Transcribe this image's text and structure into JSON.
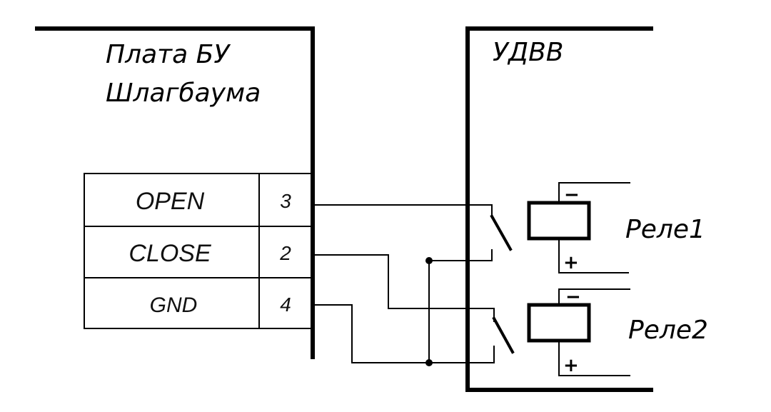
{
  "diagram": {
    "left_block": {
      "title_line1": "Плата БУ",
      "title_line2": "Шлагбаума",
      "terminals": [
        {
          "signal": "OPEN",
          "pin": "3"
        },
        {
          "signal": "CLOSE",
          "pin": "2"
        },
        {
          "signal": "GND",
          "pin": "4"
        }
      ]
    },
    "right_block": {
      "title": "УДВВ",
      "relays": [
        {
          "label": "Реле1",
          "minus": "−",
          "plus": "+"
        },
        {
          "label": "Реле2",
          "minus": "−",
          "plus": "+"
        }
      ]
    },
    "connections": [
      {
        "from": "OPEN (3)",
        "to": "Реле1 switch, top contact"
      },
      {
        "from": "CLOSE (2)",
        "to": "Реле2 switch, top contact"
      },
      {
        "from": "GND (4)",
        "to": "Реле1 and Реле2 switch bottom contacts (common)"
      }
    ]
  }
}
